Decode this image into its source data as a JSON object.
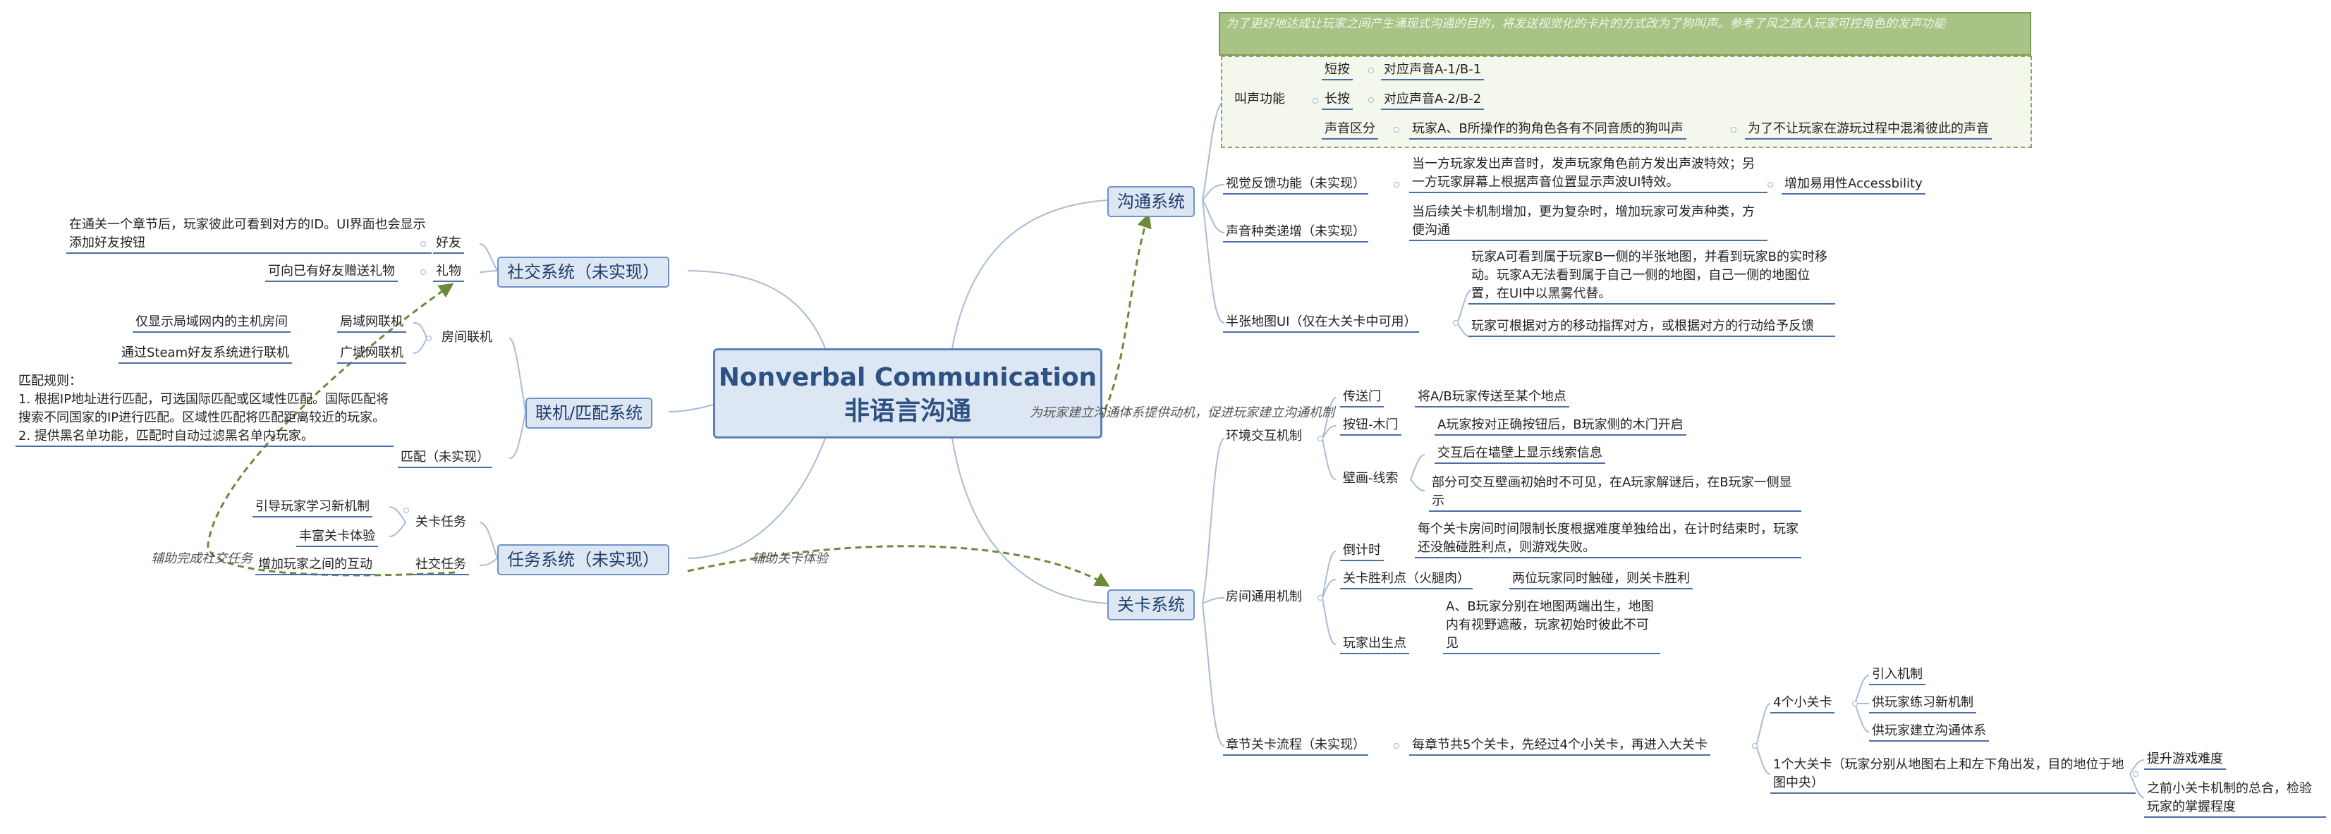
{
  "central": {
    "title_en": "Nonverbal Communication",
    "title_zh": "非语言沟通"
  },
  "branches": {
    "communication": {
      "label": "沟通系统",
      "note": "为了更好地达成让玩家之间产生涌现式沟通的目的，将发送视觉化的卡片的方式改为了狗叫声。参考了风之旅人玩家可控角色的发声功能",
      "bark": {
        "label": "叫声功能",
        "short": {
          "label": "短按",
          "desc": "对应声音A-1/B-1"
        },
        "long": {
          "label": "长按",
          "desc": "对应声音A-2/B-2"
        },
        "distinct": {
          "label": "声音区分",
          "desc": "玩家A、B所操作的狗角色各有不同音质的狗叫声",
          "purpose": "为了不让玩家在游玩过程中混淆彼此的声音"
        }
      },
      "visual_feedback": {
        "label": "视觉反馈功能（未实现）",
        "desc": "当一方玩家发出声音时，发声玩家角色前方发出声波特效；另一方玩家屏幕上根据声音位置显示声波UI特效。",
        "purpose": "增加易用性Accessbility"
      },
      "sound_variety": {
        "label": "声音种类递增（未实现）",
        "desc": "当后续关卡机制增加，更为复杂时，增加玩家可发声种类，方便沟通"
      },
      "half_map": {
        "label": "半张地图UI（仅在大关卡中可用）",
        "desc1": "玩家A可看到属于玩家B一侧的半张地图，并看到玩家B的实时移动。玩家A无法看到属于自己一侧的地图，自己一侧的地图位置，在UI中以黑雾代替。",
        "desc2": "玩家可根据对方的移动指挥对方，或根据对方的行动给予反馈"
      }
    },
    "level": {
      "label": "关卡系统",
      "env": {
        "label": "环境交互机制",
        "portal": {
          "label": "传送门",
          "desc": "将A/B玩家传送至某个地点"
        },
        "button_door": {
          "label": "按钮-木门",
          "desc": "A玩家按对正确按钮后，B玩家侧的木门开启"
        },
        "mural": {
          "label": "壁画-线索",
          "desc1": "交互后在墙壁上显示线索信息",
          "desc2": "部分可交互壁画初始时不可见，在A玩家解谜后，在B玩家一侧显示"
        }
      },
      "general": {
        "label": "房间通用机制",
        "timer": {
          "label": "倒计时",
          "desc": "每个关卡房间时间限制长度根据难度单独给出，在计时结束时，玩家还没触碰胜利点，则游戏失败。"
        },
        "victory": {
          "label": "关卡胜利点（火腿肉）",
          "desc": "两位玩家同时触碰，则关卡胜利"
        },
        "spawn": {
          "label": "玩家出生点",
          "desc": "A、B玩家分别在地图两端出生，地图内有视野遮蔽，玩家初始时彼此不可见"
        }
      },
      "flow": {
        "label": "章节关卡流程（未实现）",
        "desc": "每章节共5个关卡，先经过4个小关卡，再进入大关卡",
        "small": {
          "label": "4个小关卡",
          "items": [
            "引入机制",
            "供玩家练习新机制",
            "供玩家建立沟通体系"
          ]
        },
        "big": {
          "label": "1个大关卡（玩家分别从地图右上和左下角出发，目的地位于地图中央）",
          "items": [
            "提升游戏难度",
            "之前小关卡机制的总合，检验玩家的掌握程度"
          ]
        }
      }
    },
    "social": {
      "label": "社交系统（未实现）",
      "friend": {
        "label": "好友",
        "desc": "在通关一个章节后，玩家彼此可看到对方的ID。UI界面也会显示添加好友按钮"
      },
      "gift": {
        "label": "礼物",
        "desc": "可向已有好友赠送礼物"
      }
    },
    "matching": {
      "label": "联机/匹配系统",
      "room": {
        "label": "房间联机",
        "lan": {
          "label": "局域网联机",
          "desc": "仅显示局域网内的主机房间"
        },
        "wan": {
          "label": "广域网联机",
          "desc": "通过Steam好友系统进行联机"
        }
      },
      "match": {
        "label": "匹配（未实现）",
        "desc": "匹配规则：\n1. 根据IP地址进行匹配，可选国际匹配或区域性匹配。国际匹配将搜索不同国家的IP进行匹配。区域性匹配将匹配距离较近的玩家。\n2. 提供黑名单功能，匹配时自动过滤黑名单内玩家。"
      }
    },
    "tasks": {
      "label": "任务系统（未实现）",
      "level_task": {
        "label": "关卡任务",
        "items": [
          "引导玩家学习新机制",
          "丰富关卡体验"
        ]
      },
      "social_task": {
        "label": "社交任务",
        "items": [
          "增加玩家之间的互动"
        ]
      }
    }
  },
  "relations": {
    "center_to_comm": "为玩家建立沟通体系提供动机，促进玩家建立沟通机制",
    "tasks_to_level": "辅助关卡体验",
    "tasks_to_social": "辅助完成社交任务"
  },
  "colors": {
    "line": "#9fb3cf",
    "node_fill": "#dde7f3",
    "node_border": "#6e93c6",
    "underline": "#4a6fa5",
    "relation": "#6d8a3a",
    "note_fill": "#a9c285",
    "group_fill": "#f3f7ec"
  }
}
